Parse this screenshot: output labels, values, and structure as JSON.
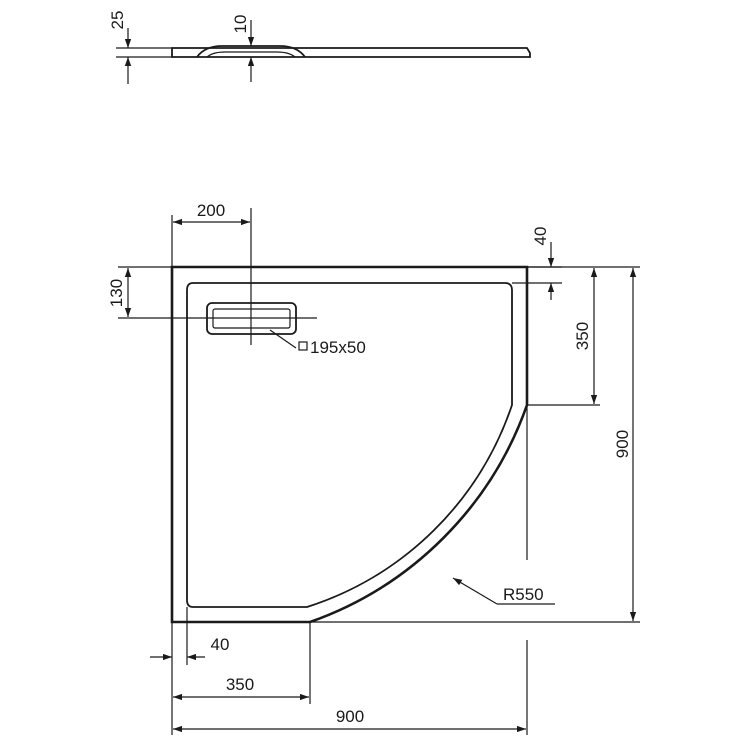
{
  "side_view": {
    "dim_height": "25",
    "dim_recess": "10"
  },
  "plan_view": {
    "dim_waste_offset_x": "200",
    "dim_waste_offset_y": "130",
    "dim_rim_top": "40",
    "dim_straight_right": "350",
    "dim_overall_height": "900",
    "dim_radius": "R550",
    "dim_rim_left": "40",
    "dim_straight_bottom": "350",
    "dim_overall_width": "900",
    "waste_grate_size": "195x50"
  }
}
